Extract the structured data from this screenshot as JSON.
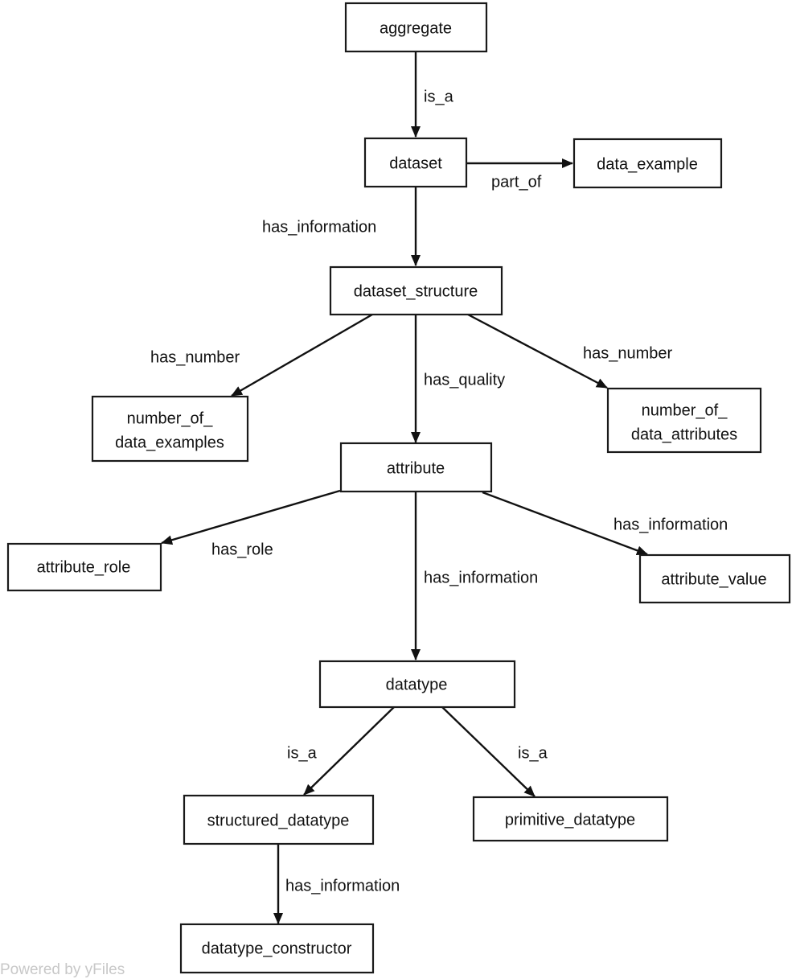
{
  "nodes": {
    "aggregate": "aggregate",
    "dataset": "dataset",
    "data_example": "data_example",
    "dataset_structure": "dataset_structure",
    "number_of_data_examples": [
      "number_of_",
      "data_examples"
    ],
    "number_of_data_attributes": [
      "number_of_",
      "data_attributes"
    ],
    "attribute": "attribute",
    "attribute_role": "attribute_role",
    "attribute_value": "attribute_value",
    "datatype": "datatype",
    "structured_datatype": "structured_datatype",
    "primitive_datatype": "primitive_datatype",
    "datatype_constructor": "datatype_constructor"
  },
  "edges": {
    "aggregate_dataset": "is_a",
    "dataset_data_example": "part_of",
    "dataset_structure": "has_information",
    "structure_examples": "has_number",
    "structure_attribute": "has_quality",
    "structure_attributes_count": "has_number",
    "attribute_role": "has_role",
    "attribute_datatype": "has_information",
    "attribute_value": "has_information",
    "datatype_structured": "is_a",
    "datatype_primitive": "is_a",
    "structured_constructor": "has_information"
  },
  "watermark": "Powered by yFiles"
}
